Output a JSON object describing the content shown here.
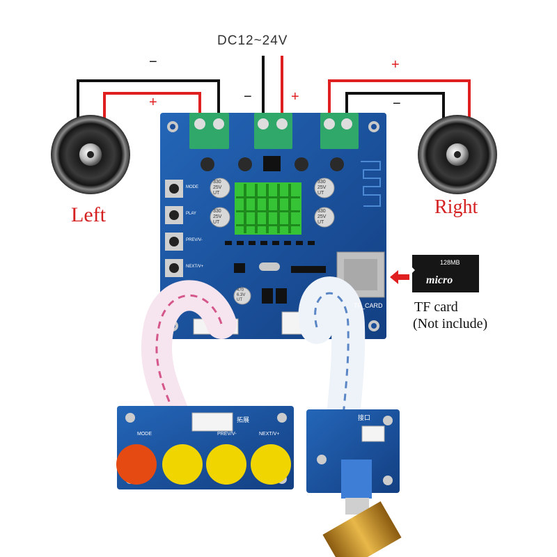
{
  "power": {
    "label": "DC12~24V",
    "neg": "−",
    "pos": "+"
  },
  "left_channel": {
    "label": "Left",
    "neg": "−",
    "pos": "+"
  },
  "right_channel": {
    "label": "Right",
    "neg": "−",
    "pos": "+"
  },
  "board": {
    "cap_text": "330\n25V\nUT",
    "small_cap_text": "470\n6.3V\nUT",
    "tf_slot_label": "TF_CARD",
    "button_labels": [
      "MODE",
      "PLAY",
      "PREV/V-",
      "NEXT/V+"
    ]
  },
  "tf_card": {
    "label_line1": "TF card",
    "label_line2": "(Not include)",
    "card_capacity": "128MB",
    "card_brand": "micro"
  },
  "button_board": {
    "labels": [
      "MODE",
      "PREV/V-",
      "NEXT/V+"
    ],
    "header_label": "拓展"
  },
  "jack_board": {
    "header_label": "接口"
  },
  "colors": {
    "pcb": "#1b4f9c",
    "wire_red": "#e02020",
    "wire_black": "#111111",
    "label_red": "#d42020"
  }
}
